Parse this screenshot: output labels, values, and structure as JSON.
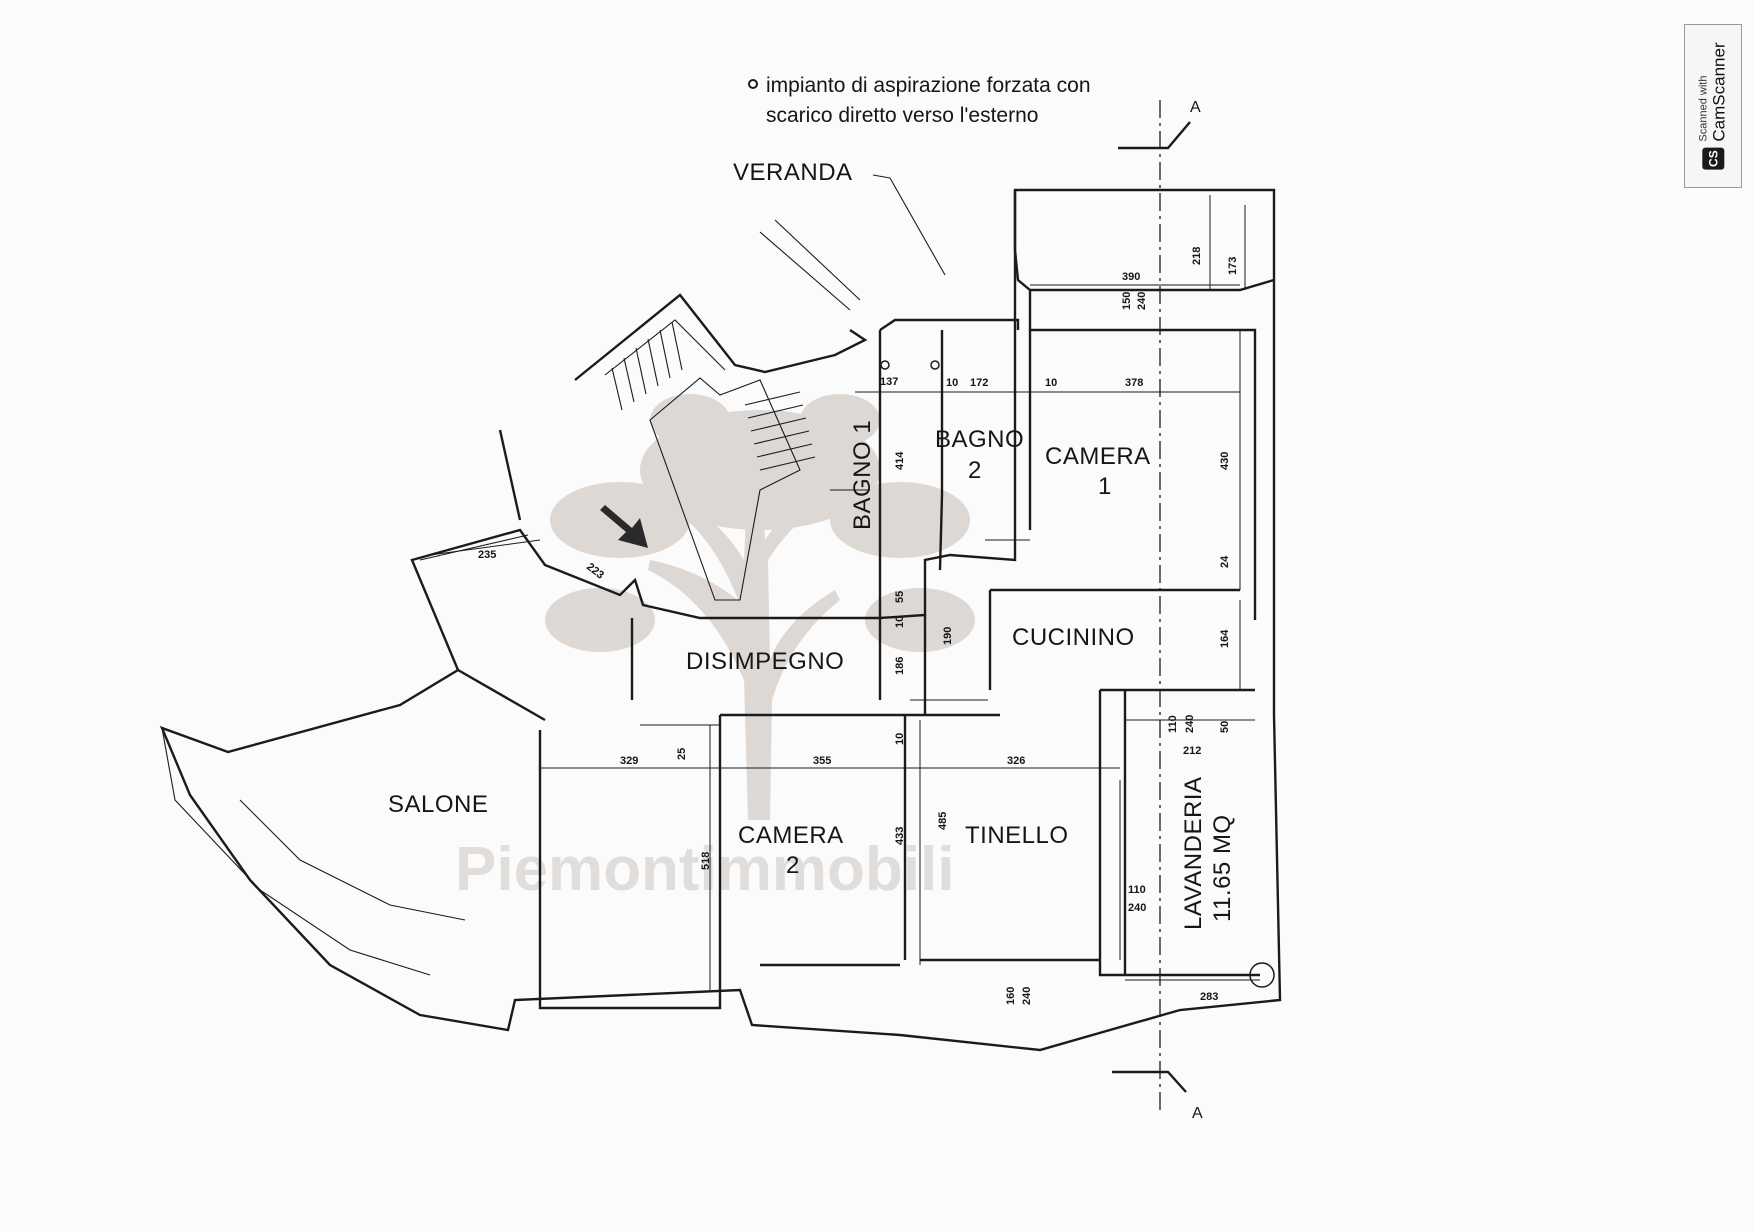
{
  "note": {
    "line1": "impianto di aspirazione forzata con",
    "line2": "scarico diretto verso l'esterno"
  },
  "section_marker": "A",
  "watermark": "Piemontimmobili",
  "scanner": {
    "small": "Scanned with",
    "name": "CamScanner",
    "logo": "CS"
  },
  "rooms": {
    "veranda": "VERANDA",
    "bagno1": "BAGNO 1",
    "bagno2_a": "BAGNO",
    "bagno2_b": "2",
    "camera1_a": "CAMERA",
    "camera1_b": "1",
    "cucinino": "CUCININO",
    "disimpegno": "DISIMPEGNO",
    "salone": "SALONE",
    "camera2_a": "CAMERA",
    "camera2_b": "2",
    "tinello": "TINELLO",
    "lavanderia_a": "LAVANDERIA",
    "lavanderia_b": "11.65 MQ"
  },
  "dims": {
    "d390": "390",
    "d218": "218",
    "d173": "173",
    "d150": "150",
    "d240a": "240",
    "d137": "137",
    "d10a": "10",
    "d172": "172",
    "d10b": "10",
    "d378": "378",
    "d414": "414",
    "d430": "430",
    "d24": "24",
    "d55": "55",
    "d10c": "10",
    "d186": "186",
    "d190": "190",
    "d164": "164",
    "d110a": "110",
    "d240b": "240",
    "d50": "50",
    "d212": "212",
    "d235": "235",
    "d223": "223",
    "d25": "25",
    "d10d": "10",
    "d329": "329",
    "d355": "355",
    "d326": "326",
    "d518": "518",
    "d433": "433",
    "d485": "485",
    "d110b": "110",
    "d240c": "240",
    "d160": "160",
    "d240d": "240",
    "d283": "283"
  }
}
